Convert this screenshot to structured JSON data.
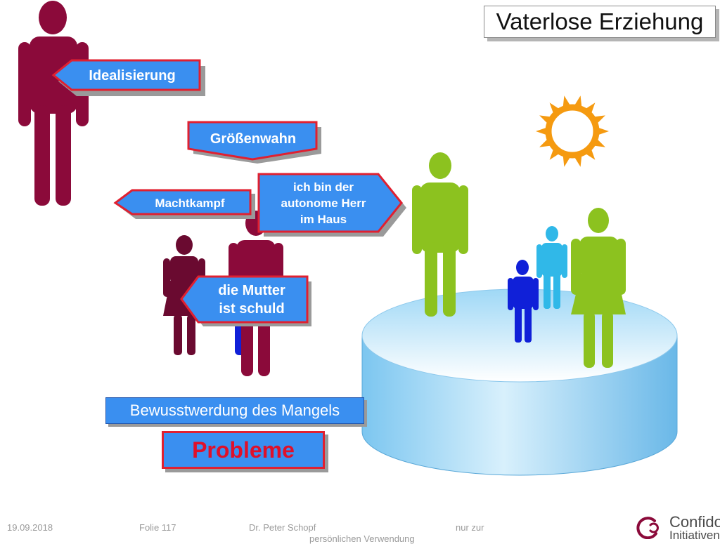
{
  "title": "Vaterlose Erziehung",
  "labels": {
    "idealisierung": "Idealisierung",
    "groessenwahn": "Größenwahn",
    "machtkampf": "Machtkampf",
    "herr_line1": "ich bin der",
    "herr_line2": "autonome Herr",
    "herr_line3": "im Haus",
    "mutter_line1": "die Mutter",
    "mutter_line2": "ist schuld",
    "mangel": "Bewusstwerdung des Mangels",
    "probleme": "Probleme"
  },
  "footer": {
    "date": "19.09.2018",
    "slide": "Folie 117",
    "author": "Dr. Peter Schopf",
    "note": "nur zur",
    "note2": "persönlichen Verwendung"
  },
  "logo": {
    "line1": "Confido",
    "line2": "Initiativen"
  },
  "colors": {
    "father": "#8b0a3a",
    "mother_dark": "#6a0a30",
    "green": "#8cc21f",
    "blue": "#1020d8",
    "cyan": "#30b8e8",
    "label_blue": "#3a8ff0",
    "label_border": "#e02030",
    "sun": "#f59a10"
  }
}
